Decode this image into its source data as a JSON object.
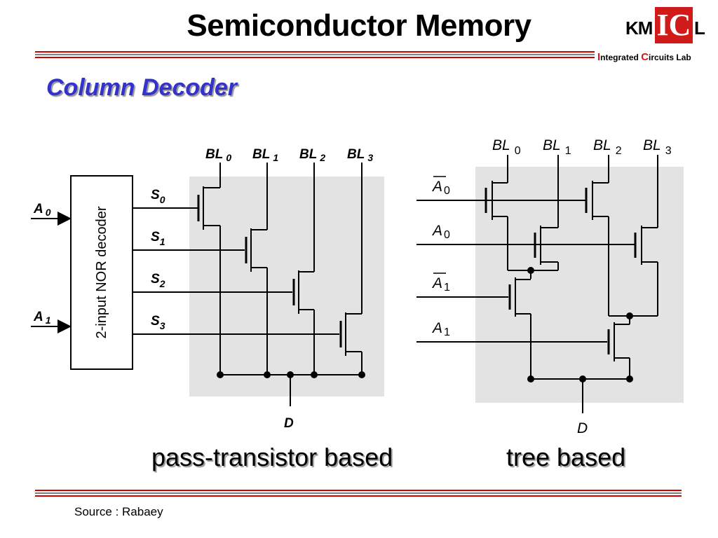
{
  "header": {
    "title": "Semiconductor Memory",
    "subtitle": "Column Decoder"
  },
  "logo": {
    "mark_left": "KM",
    "mark_box": "IC",
    "mark_right": "L",
    "lab_I": "I",
    "lab_rest1": "ntegrated ",
    "lab_C": "C",
    "lab_rest2": "ircuits Lab"
  },
  "left_circuit": {
    "decoder_label": "2-input NOR decoder",
    "inputs": [
      {
        "name": "A",
        "sub": "0"
      },
      {
        "name": "A",
        "sub": "1"
      }
    ],
    "selects": [
      {
        "name": "S",
        "sub": "0"
      },
      {
        "name": "S",
        "sub": "1"
      },
      {
        "name": "S",
        "sub": "2"
      },
      {
        "name": "S",
        "sub": "3"
      }
    ],
    "bitlines": [
      {
        "name": "BL",
        "sub": "0"
      },
      {
        "name": "BL",
        "sub": "1"
      },
      {
        "name": "BL",
        "sub": "2"
      },
      {
        "name": "BL",
        "sub": "3"
      }
    ],
    "output": "D"
  },
  "right_circuit": {
    "bitlines": [
      {
        "name": "BL",
        "sub": "0"
      },
      {
        "name": "BL",
        "sub": "1"
      },
      {
        "name": "BL",
        "sub": "2"
      },
      {
        "name": "BL",
        "sub": "3"
      }
    ],
    "inputs": [
      {
        "name": "A",
        "sub": "0",
        "bar": true
      },
      {
        "name": "A",
        "sub": "0",
        "bar": false
      },
      {
        "name": "A",
        "sub": "1",
        "bar": true
      },
      {
        "name": "A",
        "sub": "1",
        "bar": false
      }
    ],
    "output": "D"
  },
  "captions": {
    "left": "pass-transistor based",
    "right": "tree based"
  },
  "footer": {
    "source": "Source : Rabaey"
  },
  "colors": {
    "subtitle": "#3333cc",
    "rule_red": "#cc0000",
    "shade": "#e3e3e3",
    "logo_red": "#d11a1a"
  }
}
